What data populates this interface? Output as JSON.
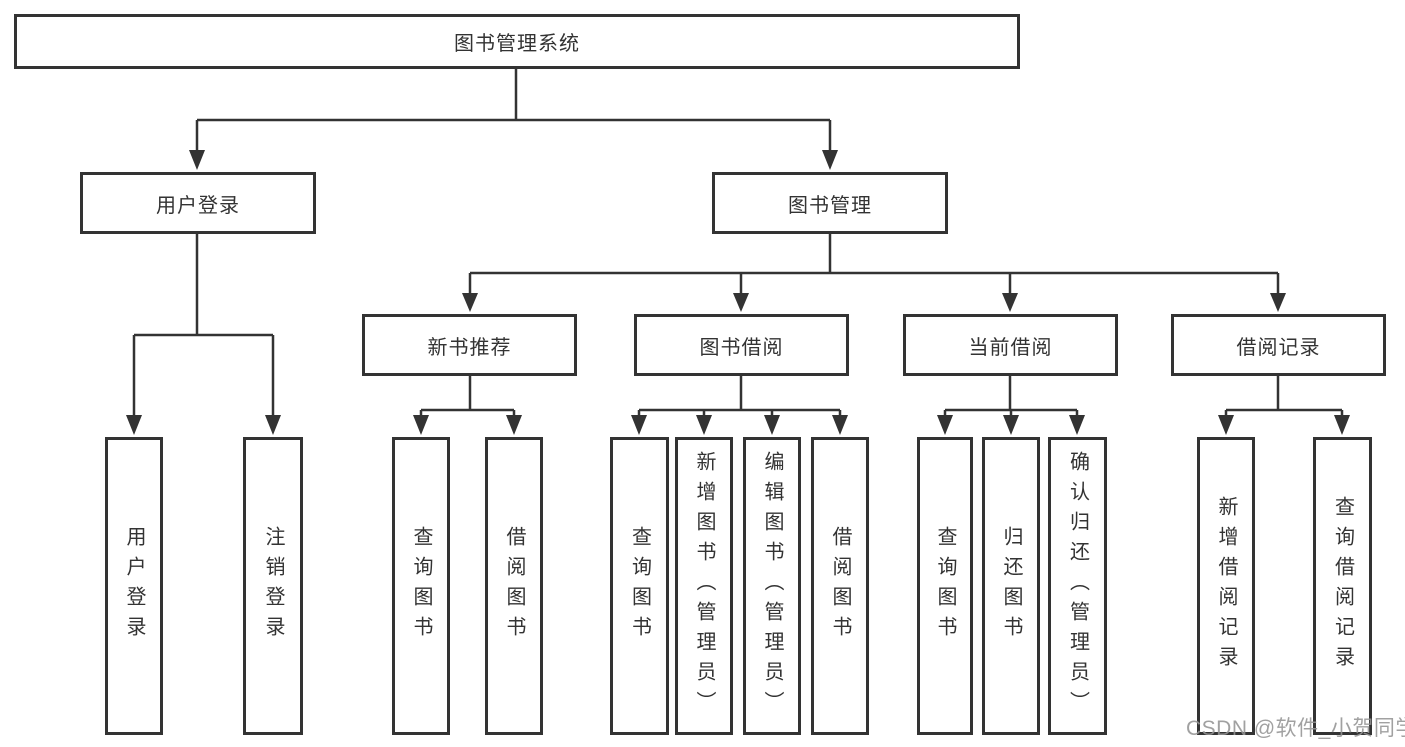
{
  "diagram_title": "图书管理系统",
  "tree": {
    "root": "图书管理系统",
    "children": [
      {
        "label": "用户登录",
        "children": [
          {
            "label": "用户登录"
          },
          {
            "label": "注销登录"
          }
        ]
      },
      {
        "label": "图书管理",
        "children": [
          {
            "label": "新书推荐",
            "children": [
              {
                "label": "查询图书"
              },
              {
                "label": "借阅图书"
              }
            ]
          },
          {
            "label": "图书借阅",
            "children": [
              {
                "label": "查询图书"
              },
              {
                "label": "新增图书（管理员）"
              },
              {
                "label": "编辑图书（管理员）"
              },
              {
                "label": "借阅图书"
              }
            ]
          },
          {
            "label": "当前借阅",
            "children": [
              {
                "label": "查询图书"
              },
              {
                "label": "归还图书"
              },
              {
                "label": "确认归还（管理员）"
              }
            ]
          },
          {
            "label": "借阅记录",
            "children": [
              {
                "label": "新增借阅记录"
              },
              {
                "label": "查询借阅记录"
              }
            ]
          }
        ]
      }
    ]
  },
  "watermark": "CSDN @软件_小贺同学",
  "colors": {
    "line": "#333333",
    "box_border": "#333333",
    "text": "#333333",
    "background": "#ffffff",
    "watermark": "#949494"
  }
}
